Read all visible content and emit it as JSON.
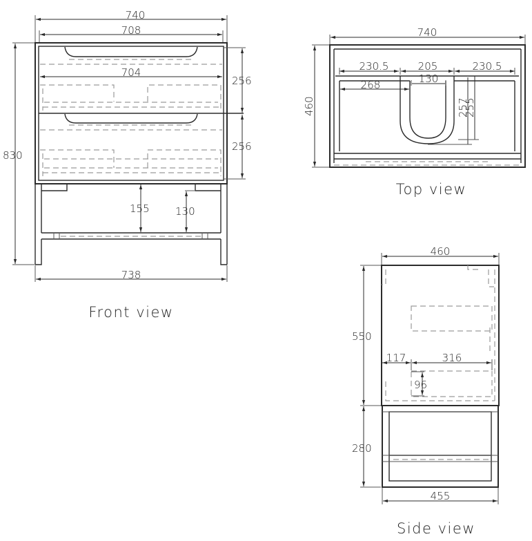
{
  "front_view": {
    "caption": "Front view",
    "dims": {
      "overall_width_top": "740",
      "inner_width": "708",
      "drawer_inner_width": "704",
      "overall_height": "830",
      "drawer_top_height": "256",
      "drawer_bottom_height": "256",
      "open_shelf_height": "155",
      "shelf_clear_height": "130",
      "base_width": "738"
    }
  },
  "top_view": {
    "caption": "Top view",
    "dims": {
      "overall_width": "740",
      "depth": "460",
      "left_segment": "230.5",
      "center_segment": "205",
      "right_segment": "230.5",
      "left_inner": "268",
      "cutout_width": "130",
      "cutout_depth_a": "257",
      "cutout_depth_b": "255"
    }
  },
  "side_view": {
    "caption": "Side view",
    "dims": {
      "top_depth": "460",
      "cabinet_height": "550",
      "handle_offset": "117",
      "handle_length": "316",
      "handle_height": "96",
      "base_height": "280",
      "base_depth": "455"
    }
  },
  "colors": {
    "line": "#2b2b2b",
    "hidden_line": "#9a9a9a",
    "background": "#ffffff"
  }
}
